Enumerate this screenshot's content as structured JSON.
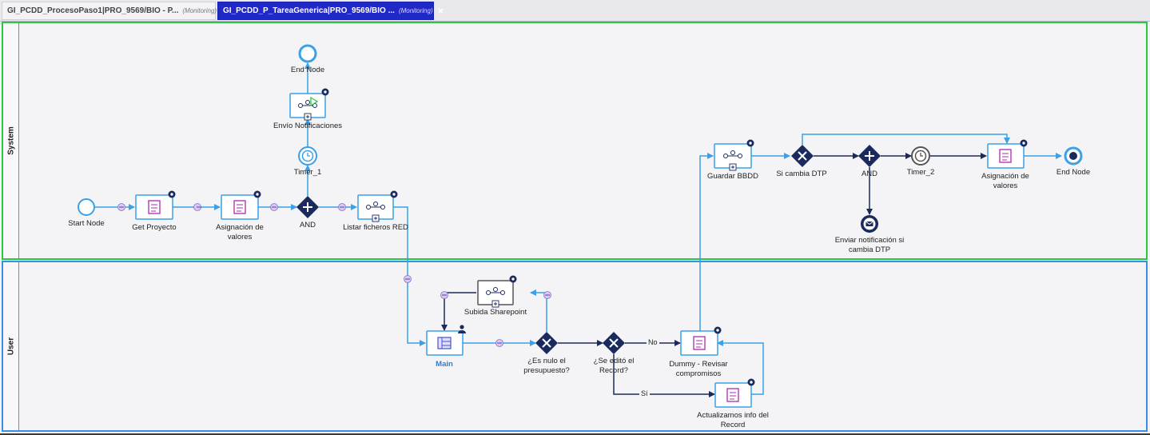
{
  "tabs": [
    {
      "title": "GI_PCDD_ProcesoPaso1|PRO_9569/BIO - P...",
      "status": "(Monitoring)",
      "close": "×",
      "active": false
    },
    {
      "title": "GI_PCDD_P_TareaGenerica|PRO_9569/BIO ...",
      "status": "(Monitoring)",
      "close": "×",
      "active": true
    }
  ],
  "lanes": {
    "system": "System",
    "user": "User"
  },
  "nodes": {
    "end_top": "End Node",
    "envio": "Envío Notificaciones",
    "timer1": "Timer_1",
    "start": "Start Node",
    "get_proyecto": "Get Proyecto",
    "asignacion1_a": "Asignación de",
    "asignacion1_b": "valores",
    "and1": "AND",
    "listar": "Listar ficheros RED",
    "guardar": "Guardar BBDD",
    "si_cambia": "Si cambia DTP",
    "and2": "AND",
    "timer2": "Timer_2",
    "asignacion2_a": "Asignación de",
    "asignacion2_b": "valores",
    "end_right": "End Node",
    "enviar_a": "Enviar notificación si",
    "enviar_b": "cambia DTP",
    "subida": "Subida Sharepoint",
    "main": "Main",
    "es_nulo_a": "¿Es nulo el",
    "es_nulo_b": "presupuesto?",
    "se_edito_a": "¿Se editó el",
    "se_edito_b": "Record?",
    "dummy_a": "Dummy - Revisar",
    "dummy_b": "compromisos",
    "actualizamos_a": "Actualizamos info del",
    "actualizamos_b": "Record"
  },
  "edges": {
    "no": "No",
    "si": "Sí"
  },
  "colors": {
    "system_lane": "#27c93f",
    "user_lane": "#3a8ee6",
    "flow": "#3aa0e8",
    "gateway": "#1b2a5c",
    "task_icon": "#b02ab0",
    "active_tab": "#2028c8"
  }
}
